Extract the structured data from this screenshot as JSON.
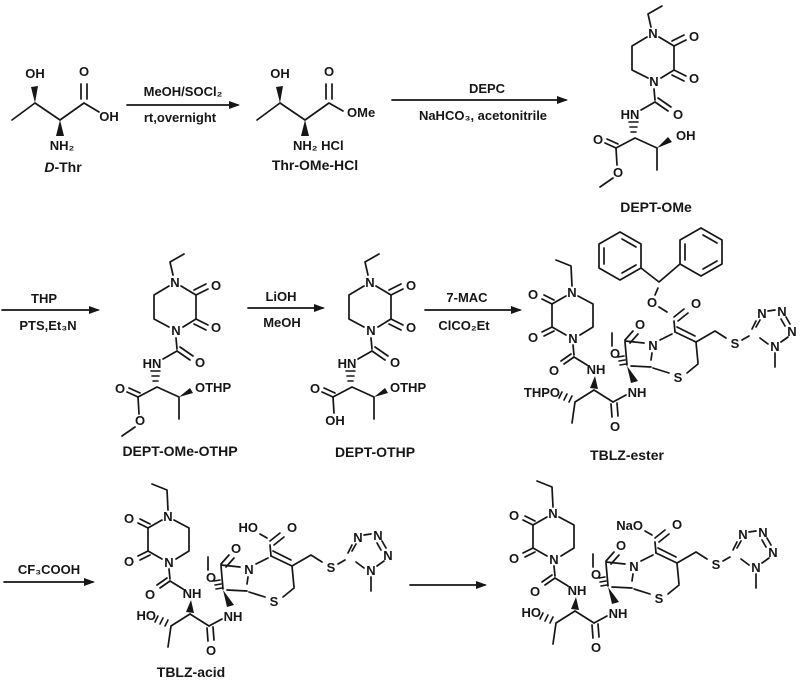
{
  "figure": {
    "type": "reaction-scheme",
    "background": "#ffffff",
    "ink": "#161616"
  },
  "reagents": {
    "step1": {
      "above": "MeOH/SOCl₂",
      "below": "rt,overnight"
    },
    "step2": {
      "above": "DEPC",
      "below": "NaHCO₃, acetonitrile"
    },
    "step3": {
      "above": "THP",
      "below": "PTS,Et₃N"
    },
    "step4": {
      "above": "LiOH",
      "below": "MeOH"
    },
    "step5": {
      "above": "7-MAC",
      "below": "ClCO₂Et"
    },
    "step6": {
      "above": "CF₃COOH"
    }
  },
  "compounds": {
    "d_thr": {
      "name_prefix": "D",
      "name_rest": "-Thr",
      "atoms": {
        "oh_beta": "OH",
        "o_carbonyl": "O",
        "oh_acid": "OH",
        "amine": "NH₂"
      }
    },
    "thr_ome_hcl": {
      "name": "Thr-OMe-HCl",
      "atoms": {
        "oh_beta": "OH",
        "o_carbonyl": "O",
        "ome": "OMe",
        "amine_salt": "NH₂ HCl"
      }
    },
    "dept_ome": {
      "name": "DEPT-OMe",
      "atoms": {
        "n_ethyl": "N",
        "o_dione_top": "O",
        "o_dione_bottom": "O",
        "n_acyl": "N",
        "hn_urea": "HN",
        "o_urea": "O",
        "o_ester_dbl": "O",
        "o_ester": "O",
        "oh_beta": "OH"
      }
    },
    "dept_ome_othp": {
      "name": "DEPT-OMe-OTHP",
      "atoms": {
        "n_ethyl": "N",
        "o_dione_top": "O",
        "o_dione_bottom": "O",
        "n_acyl": "N",
        "hn_urea": "HN",
        "o_urea": "O",
        "o_ester_dbl": "O",
        "o_ester": "O",
        "othp": "OTHP"
      }
    },
    "dept_othp": {
      "name": "DEPT-OTHP",
      "atoms": {
        "n_ethyl": "N",
        "o_dione_top": "O",
        "o_dione_bottom": "O",
        "n_acyl": "N",
        "hn_urea": "HN",
        "o_urea": "O",
        "o_acid_dbl": "O",
        "oh_acid": "OH",
        "othp": "OTHP"
      }
    },
    "tblz_ester": {
      "name": "TBLZ-ester",
      "atoms": {
        "n_ethyl": "N",
        "o_dione_top": "O",
        "o_dione_bottom": "O",
        "n_acyl": "N",
        "o_urea": "O",
        "nh_urea": "NH",
        "thpo": "THPO",
        "o_amide": "O",
        "nh_lactam": "NH",
        "o_lactam": "O",
        "o_methoxy": "O",
        "n_ring": "N",
        "o_ester": "O",
        "o_carboxyl": "O",
        "s_ring": "S",
        "s_link": "S",
        "n_tet1": "N",
        "n_tet2": "N",
        "n_tet3": "N",
        "n_tet4": "N"
      }
    },
    "tblz_acid": {
      "name": "TBLZ-acid",
      "atoms": {
        "n_ethyl": "N",
        "o_dione_top": "O",
        "o_dione_bottom": "O",
        "n_acyl": "N",
        "o_urea": "O",
        "nh_urea": "NH",
        "ho_beta": "HO",
        "o_amide": "O",
        "nh_lactam": "NH",
        "o_lactam": "O",
        "o_methoxy": "O",
        "n_ring": "N",
        "ho_acid": "HO",
        "o_carboxyl": "O",
        "s_ring": "S",
        "s_link": "S",
        "n_tet1": "N",
        "n_tet2": "N",
        "n_tet3": "N",
        "n_tet4": "N"
      }
    },
    "sodium_salt": {
      "atoms": {
        "n_ethyl": "N",
        "o_dione_top": "O",
        "o_dione_bottom": "O",
        "n_acyl": "N",
        "o_urea": "O",
        "nh_urea": "NH",
        "ho_beta": "HO",
        "o_amide": "O",
        "nh_lactam": "NH",
        "o_lactam": "O",
        "o_methoxy": "O",
        "n_ring": "N",
        "nao": "NaO",
        "o_carboxyl": "O",
        "s_ring": "S",
        "s_link": "S",
        "n_tet1": "N",
        "n_tet2": "N",
        "n_tet3": "N",
        "n_tet4": "N"
      }
    }
  }
}
